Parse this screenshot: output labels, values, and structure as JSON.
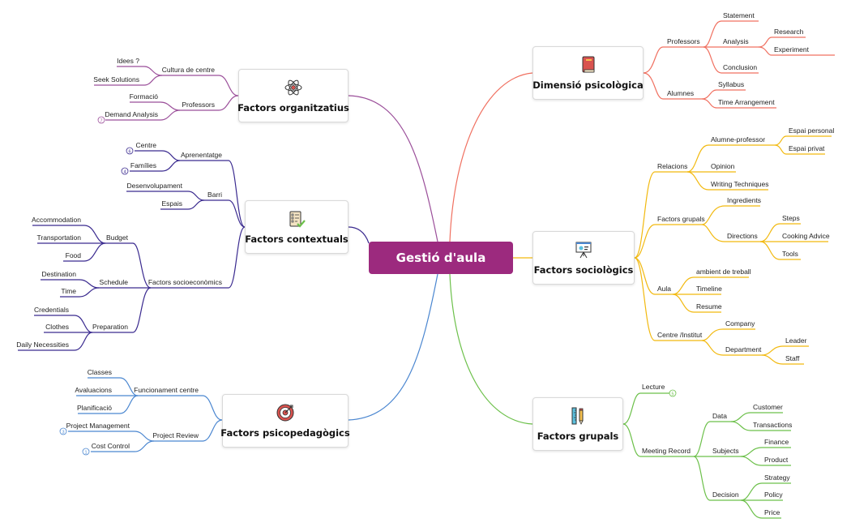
{
  "central": {
    "title": "Gestió d'aula",
    "color": "#9c2a7e"
  },
  "branches": {
    "dimensio": {
      "title": "Dimensió psicològica",
      "color": "#f07060",
      "icon": "book-icon",
      "professors": "Professors",
      "statement": "Statement",
      "analysis": "Analysis",
      "research": "Research",
      "experiment": "Experiment",
      "conclusion": "Conclusion",
      "alumnes": "Alumnes",
      "syllabus": "Syllabus",
      "time_arrangement": "Time Arrangement"
    },
    "sociologics": {
      "title": "Factors sociològics",
      "color": "#f2b90f",
      "icon": "presentation-board-icon",
      "relacions": "Relacions",
      "alumne_professor": "Alumne-professor",
      "espai_personal": "Espai personal",
      "espai_privat": "Espai privat",
      "opinion": "Opinion",
      "writing": "Writing Techniques",
      "factors_grupals": "Factors grupals",
      "ingredients": "Ingredients",
      "directions": "Directions",
      "steps": "Steps",
      "cooking": "Cooking Advice",
      "tools": "Tools",
      "aula": "Aula",
      "ambient": "ambient de treball",
      "timeline": "Timeline",
      "resume": "Resume",
      "centre": "Centre /Institut",
      "company": "Company",
      "department": "Department",
      "leader": "Leader",
      "staff": "Staff"
    },
    "grupals": {
      "title": "Factors grupals",
      "color": "#6cc04a",
      "icon": "ruler-pencil-icon",
      "lecture": "Lecture",
      "lecture_badge": "5",
      "meeting": "Meeting Record",
      "data": "Data",
      "customer": "Customer",
      "transactions": "Transactions",
      "subjects": "Subjects",
      "finance": "Finance",
      "product": "Product",
      "decision": "Decision",
      "strategy": "Strategy",
      "policy": "Policy",
      "price": "Price"
    },
    "organitzatius": {
      "title": "Factors organitzatius",
      "color": "#9b4f9a",
      "icon": "atom-icon",
      "cultura": "Cultura de centre",
      "idees": "Idees ?",
      "seek": "Seek Solutions",
      "professors": "Professors",
      "formacio": "Formació",
      "demand": "Demand Analysis",
      "demand_badge": "7"
    },
    "contextuals": {
      "title": "Factors contextuals",
      "color": "#3a2a8f",
      "icon": "checklist-icon",
      "aprenentatge": "Aprenentatge",
      "centre": "Centre",
      "centre_badge": "6",
      "families": "Famílies",
      "families_badge": "4",
      "barri": "Barri",
      "desenvolupament": "Desenvolupament",
      "espais": "Espais",
      "socio": "Factors socioeconòmics",
      "budget": "Budget",
      "accommodation": "Accommodation",
      "transportation": "Transportation",
      "food": "Food",
      "schedule": "Schedule",
      "destination": "Destination",
      "time": "Time",
      "preparation": "Preparation",
      "credentials": "Credentials",
      "clothes": "Clothes",
      "daily": "Daily Necessities"
    },
    "psicopedagogics": {
      "title": "Factors psicopedagògics",
      "color": "#4a86d0",
      "icon": "target-icon",
      "funcionament": "Funcionament centre",
      "classes": "Classes",
      "avaluacions": "Avaluacions",
      "planificacio": "Planificació",
      "review": "Project Review",
      "management": "Project Management",
      "management_badge": "3",
      "cost": "Cost Control",
      "cost_badge": "1"
    }
  }
}
